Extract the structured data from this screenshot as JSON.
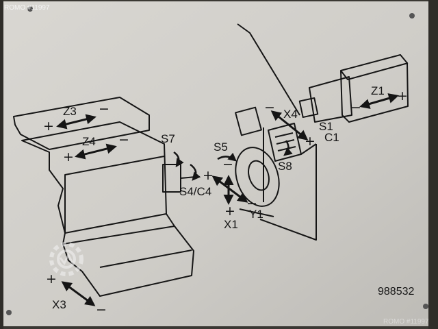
{
  "watermark": {
    "top_left": "ROMO #11997",
    "bottom_right": "ROMO #11997"
  },
  "serial": "988532",
  "axes": {
    "z3": "Z3",
    "z4": "Z4",
    "z1": "Z1",
    "x1": "X1",
    "y1": "Y1",
    "x3": "X3",
    "x4": "X4",
    "s1": "S1",
    "c1": "C1",
    "s4c4": "S4/C4",
    "s5": "S5",
    "s7": "S7",
    "s8": "S8"
  },
  "signs": {
    "plus": "+",
    "minus": "−"
  },
  "colors": {
    "plate": "#cfcdc8",
    "ink": "#151515",
    "frame": "#2f2d29"
  }
}
